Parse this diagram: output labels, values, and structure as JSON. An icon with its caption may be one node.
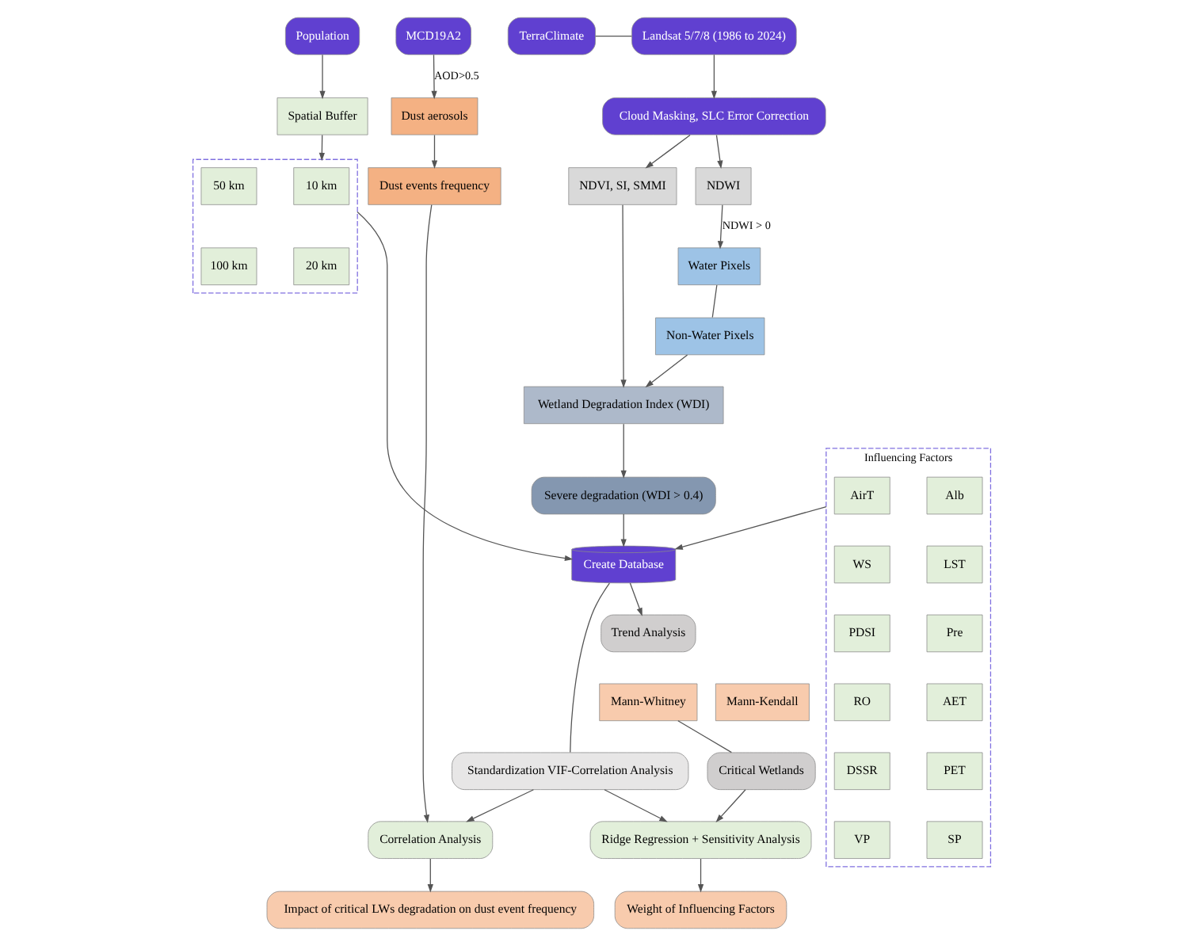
{
  "diagram": {
    "nodes": [
      {
        "text": [
          "Population"
        ]
      },
      {
        "text": [
          "MCD19A2"
        ]
      },
      {
        "text": [
          "TerraClimate"
        ]
      },
      {
        "text": [
          "Landsat 5/7/8 (1986 to 2024)"
        ]
      },
      {
        "text": [
          "Spatial Buffer"
        ]
      },
      {
        "text": [],
        "shape": "box"
      },
      {
        "text": [
          "10 km"
        ],
        "in": 5
      },
      {
        "text": [
          "50 km"
        ],
        "in": 5
      },
      {
        "text": [
          "20 km"
        ],
        "in": 5
      },
      {
        "text": [
          "100 km"
        ],
        "in": 5
      },
      {
        "text": [
          "Dust aerosols"
        ]
      },
      {
        "text": [
          "Dust events frequency"
        ]
      },
      {
        "text": [
          "Influencing Factors"
        ]
      },
      {
        "text": [
          "AirT"
        ],
        "in": 12
      },
      {
        "text": [
          "Alb"
        ],
        "in": 12
      },
      {
        "text": [
          "WS"
        ],
        "in": 12
      },
      {
        "text": [
          "LST"
        ],
        "in": 12
      },
      {
        "text": [
          "PDSI"
        ],
        "in": 12
      },
      {
        "text": [
          "Pre"
        ],
        "in": 12
      },
      {
        "text": [
          "RO"
        ],
        "in": 12
      },
      {
        "text": [
          "AET"
        ],
        "in": 12
      },
      {
        "text": [
          "DSSR"
        ],
        "in": 12
      },
      {
        "text": [
          "PET"
        ],
        "in": 12
      },
      {
        "text": [
          "VP"
        ],
        "in": 12
      },
      {
        "text": [
          "SP"
        ],
        "in": 12
      },
      {
        "text": [
          "Cloud Masking, SLC Error Correction"
        ]
      },
      {
        "text": [
          "NDWI"
        ]
      },
      {
        "text": [
          "NDVI, SI, SMMI"
        ]
      },
      {
        "text": [
          "Water Pixels"
        ]
      },
      {
        "text": [
          "Non-Water Pixels"
        ]
      },
      {
        "text": [
          "Severe degradation (WDI > 0.4)"
        ]
      },
      {
        "text": [
          "Wetland Degradation Index (WDI)"
        ]
      },
      {
        "text": [
          "Create Database"
        ]
      },
      {
        "text": [
          "Standardization VIF-Correlation Analysis"
        ]
      },
      {
        "text": [
          "Trend Analysis"
        ]
      },
      {
        "text": [
          "Mann-Kendall"
        ]
      },
      {
        "text": [
          "Mann-Whitney"
        ]
      },
      {
        "text": [
          "Critical Wetlands"
        ]
      },
      {
        "text": [
          "Correlation Analysis"
        ]
      },
      {
        "text": [
          "Ridge Regression + Sensitivity Analysis"
        ]
      },
      {
        "text": [
          "Impact of critical LWs degradation on dust event frequency"
        ]
      },
      {
        "text": [
          "Weight of Influencing Factors"
        ]
      }
    ],
    "edges": [
      {
        "from": 0,
        "to": 4,
        "arrow": "to"
      },
      {
        "from": 4,
        "to": 5,
        "arrow": "to"
      },
      {
        "from": 1,
        "to": 10,
        "arrow": "to",
        "label": "AOD>0.5"
      },
      {
        "from": 10,
        "to": 11,
        "arrow": "to"
      },
      {
        "from": 2,
        "to": 3,
        "arrow": "none"
      },
      {
        "from": 3,
        "to": 25,
        "arrow": "to"
      },
      {
        "from": 25,
        "to": 26,
        "arrow": "to"
      },
      {
        "from": 25,
        "to": 27,
        "arrow": "to"
      },
      {
        "from": 26,
        "to": 28,
        "arrow": "to",
        "label": "NDWI > 0"
      },
      {
        "from": 28,
        "to": 29,
        "arrow": "none"
      },
      {
        "from": 29,
        "to": 31,
        "arrow": "to"
      },
      {
        "from": 27,
        "to": 31,
        "arrow": "to"
      },
      {
        "from": 31,
        "to": 30,
        "arrow": "to"
      },
      {
        "from": 5,
        "to": 32,
        "arrow": "to"
      },
      {
        "from": 30,
        "to": 32,
        "arrow": "to"
      },
      {
        "from": 12,
        "to": 32,
        "arrow": "to"
      },
      {
        "from": 32,
        "to": 33,
        "arrow": "none"
      },
      {
        "from": 32,
        "to": 34,
        "arrow": "to"
      },
      {
        "from": 36,
        "to": 37,
        "arrow": "none"
      },
      {
        "from": 11,
        "to": 38,
        "arrow": "to"
      },
      {
        "from": 33,
        "to": 38,
        "arrow": "to"
      },
      {
        "from": 33,
        "to": 39,
        "arrow": "to"
      },
      {
        "from": 37,
        "to": 39,
        "arrow": "to"
      },
      {
        "from": 38,
        "to": 40,
        "arrow": "to"
      },
      {
        "from": 39,
        "to": 41,
        "arrow": "to"
      }
    ]
  }
}
